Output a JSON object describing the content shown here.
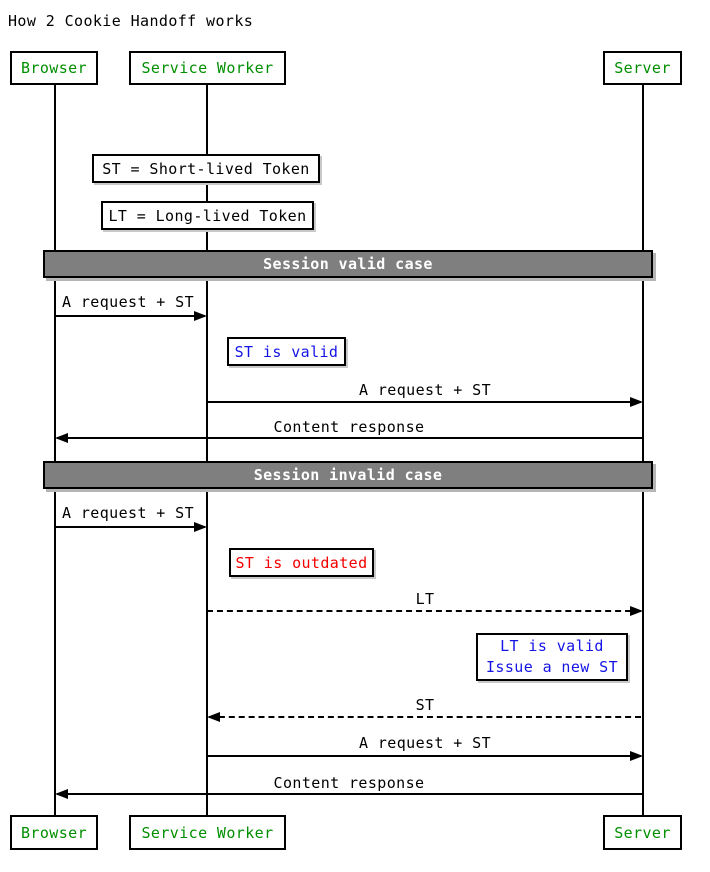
{
  "title": "How 2 Cookie Handoff works",
  "colors": {
    "actor_text": "#008f00",
    "note_info_text": "#1414e6",
    "note_error_text": "#f40000",
    "divider_bg": "#7f7f7f",
    "divider_text": "#ffffff",
    "line": "#000000"
  },
  "actors": {
    "browser": "Browser",
    "service_worker": "Service Worker",
    "server": "Server"
  },
  "legend": {
    "st_definition": "ST = Short-lived Token",
    "lt_definition": "LT = Long-lived Token"
  },
  "dividers": {
    "valid": "Session valid case",
    "invalid": "Session invalid case"
  },
  "valid_case": {
    "msg_request_browser_to_sw": "A request + ST",
    "note_st_valid": "ST is valid",
    "msg_request_sw_to_server": "A request + ST",
    "msg_content_response": "Content response"
  },
  "invalid_case": {
    "msg_request_browser_to_sw": "A request + ST",
    "note_st_outdated": "ST is outdated",
    "msg_lt": "LT",
    "note_lt_valid_line1": "LT is valid",
    "note_lt_valid_line2": "Issue a new ST",
    "msg_st": "ST",
    "msg_request_sw_to_server": "A request + ST",
    "msg_content_response": "Content response"
  }
}
